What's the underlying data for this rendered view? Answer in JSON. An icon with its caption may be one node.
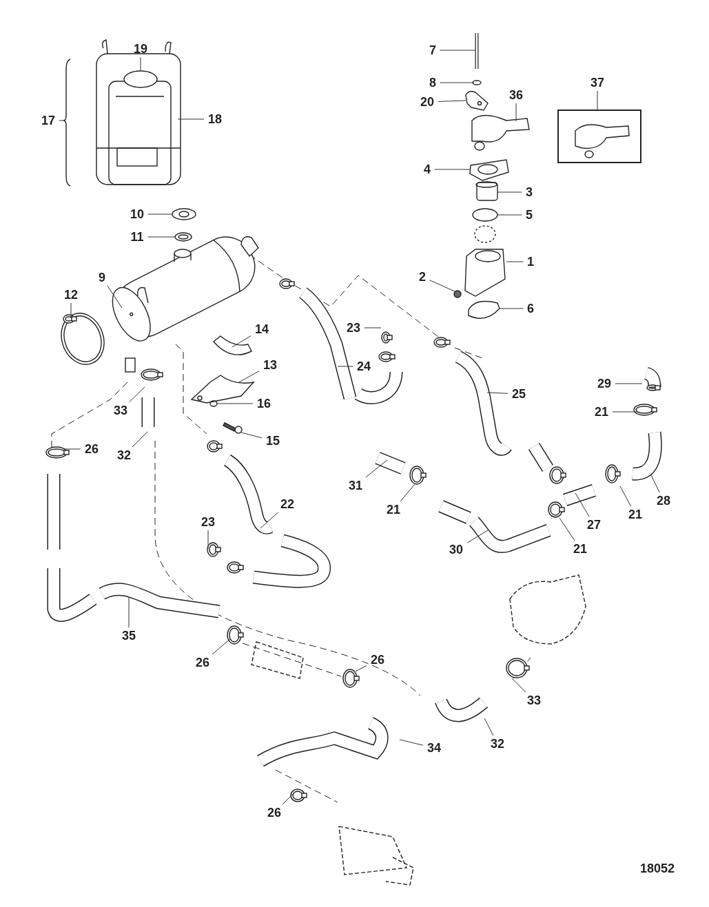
{
  "diagram": {
    "nodes": [
      {
        "text": [
          "19"
        ]
      },
      {
        "text": [
          "7"
        ]
      },
      {
        "text": [
          "37"
        ]
      },
      {
        "text": [
          "8"
        ]
      },
      {
        "text": [
          "20"
        ]
      },
      {
        "text": [
          "36"
        ]
      },
      {
        "text": [
          "17"
        ]
      },
      {
        "text": [
          "18"
        ]
      },
      {
        "text": [
          "4"
        ]
      },
      {
        "text": [
          "3"
        ]
      },
      {
        "text": [
          "10"
        ]
      },
      {
        "text": [
          "11"
        ]
      },
      {
        "text": [
          "5"
        ]
      },
      {
        "text": [
          "1"
        ]
      },
      {
        "text": [
          "9"
        ]
      },
      {
        "text": [
          "12"
        ]
      },
      {
        "text": [
          "2"
        ]
      },
      {
        "text": [
          "6"
        ]
      },
      {
        "text": [
          "23"
        ]
      },
      {
        "text": [
          "14"
        ]
      },
      {
        "text": [
          "24"
        ]
      },
      {
        "text": [
          "13"
        ]
      },
      {
        "text": [
          "25"
        ]
      },
      {
        "text": [
          "29"
        ]
      },
      {
        "text": [
          "33"
        ]
      },
      {
        "text": [
          "16"
        ]
      },
      {
        "text": [
          "26"
        ]
      },
      {
        "text": [
          "32"
        ]
      },
      {
        "text": [
          "15"
        ]
      },
      {
        "text": [
          "21"
        ]
      },
      {
        "text": [
          "31"
        ]
      },
      {
        "text": [
          "21"
        ]
      },
      {
        "text": [
          "28"
        ]
      },
      {
        "text": [
          "27"
        ]
      },
      {
        "text": [
          "21"
        ]
      },
      {
        "text": [
          "22"
        ]
      },
      {
        "text": [
          "23"
        ]
      },
      {
        "text": [
          "21"
        ]
      },
      {
        "text": [
          "30"
        ]
      },
      {
        "text": [
          "35"
        ]
      },
      {
        "text": [
          "26"
        ]
      },
      {
        "text": [
          "26"
        ]
      },
      {
        "text": [
          "33"
        ]
      },
      {
        "text": [
          "34"
        ]
      },
      {
        "text": [
          "32"
        ]
      },
      {
        "text": [
          "26"
        ]
      }
    ],
    "edges": [
      {
        "from": 0,
        "to": null,
        "arrow": "none"
      },
      {
        "from": 1,
        "to": null,
        "arrow": "none"
      },
      {
        "from": 2,
        "to": null,
        "arrow": "none"
      },
      {
        "from": 3,
        "to": null,
        "arrow": "none"
      },
      {
        "from": 4,
        "to": null,
        "arrow": "none"
      },
      {
        "from": 5,
        "to": null,
        "arrow": "none"
      },
      {
        "from": 6,
        "to": null,
        "arrow": "none"
      },
      {
        "from": 7,
        "to": null,
        "arrow": "none"
      },
      {
        "from": 8,
        "to": null,
        "arrow": "none"
      },
      {
        "from": 9,
        "to": null,
        "arrow": "none"
      },
      {
        "from": 10,
        "to": null,
        "arrow": "none"
      },
      {
        "from": 11,
        "to": null,
        "arrow": "none"
      },
      {
        "from": 12,
        "to": null,
        "arrow": "none"
      },
      {
        "from": 13,
        "to": null,
        "arrow": "none"
      },
      {
        "from": 14,
        "to": null,
        "arrow": "none"
      },
      {
        "from": 15,
        "to": null,
        "arrow": "none"
      },
      {
        "from": 16,
        "to": null,
        "arrow": "none"
      },
      {
        "from": 17,
        "to": null,
        "arrow": "none"
      },
      {
        "from": 18,
        "to": null,
        "arrow": "none"
      },
      {
        "from": 19,
        "to": null,
        "arrow": "none"
      },
      {
        "from": 20,
        "to": null,
        "arrow": "none"
      },
      {
        "from": 21,
        "to": null,
        "arrow": "none"
      },
      {
        "from": 22,
        "to": null,
        "arrow": "none"
      },
      {
        "from": 23,
        "to": null,
        "arrow": "none"
      },
      {
        "from": 24,
        "to": null,
        "arrow": "none"
      },
      {
        "from": 25,
        "to": null,
        "arrow": "none"
      },
      {
        "from": 26,
        "to": null,
        "arrow": "none"
      },
      {
        "from": 27,
        "to": null,
        "arrow": "none"
      },
      {
        "from": 28,
        "to": null,
        "arrow": "none"
      },
      {
        "from": 29,
        "to": null,
        "arrow": "none"
      },
      {
        "from": 30,
        "to": null,
        "arrow": "none"
      },
      {
        "from": 31,
        "to": null,
        "arrow": "none"
      },
      {
        "from": 32,
        "to": null,
        "arrow": "none"
      },
      {
        "from": 33,
        "to": null,
        "arrow": "none"
      },
      {
        "from": 34,
        "to": null,
        "arrow": "none"
      },
      {
        "from": 35,
        "to": null,
        "arrow": "none"
      },
      {
        "from": 36,
        "to": null,
        "arrow": "none"
      },
      {
        "from": 37,
        "to": null,
        "arrow": "none"
      },
      {
        "from": 38,
        "to": null,
        "arrow": "none"
      },
      {
        "from": 39,
        "to": null,
        "arrow": "none"
      },
      {
        "from": 40,
        "to": null,
        "arrow": "none"
      },
      {
        "from": 41,
        "to": null,
        "arrow": "none"
      },
      {
        "from": 42,
        "to": null,
        "arrow": "none"
      },
      {
        "from": 43,
        "to": null,
        "arrow": "none"
      },
      {
        "from": 44,
        "to": null,
        "arrow": "none"
      },
      {
        "from": 45,
        "to": null,
        "arrow": "none"
      }
    ],
    "labels": [
      "18052"
    ]
  }
}
